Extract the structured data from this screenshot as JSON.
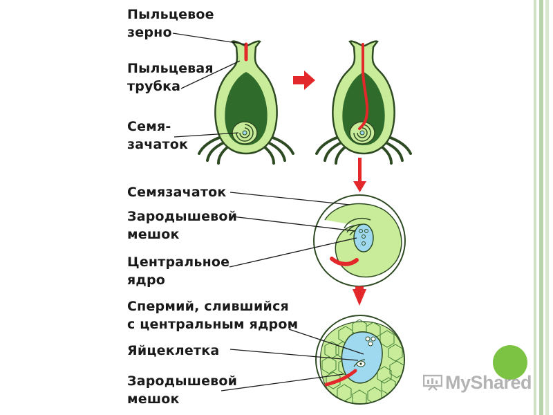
{
  "labels": {
    "pollen_grain": [
      "Пыльцевое",
      "зерно"
    ],
    "pollen_tube": [
      "Пыльцевая",
      "трубка"
    ],
    "ovule_top": [
      "Семя-",
      "зачаток"
    ],
    "ovule": "Семязачаток",
    "embryo_sac_1": [
      "Зародышевой",
      "мешок"
    ],
    "central_nucleus": [
      "Центральное",
      "ядро"
    ],
    "sperm_fused": [
      "Спермий, слившийся",
      "с центральным ядром"
    ],
    "egg_cell": "Яйцеклетка",
    "embryo_sac_2": [
      "Зародышевой",
      "мешок"
    ]
  },
  "watermark": "MyShared",
  "colors": {
    "light_green": "#c8ec9a",
    "dark_green": "#2f6b2a",
    "outline": "#2d4a22",
    "red": "#e3282b",
    "blue": "#9fd9ef",
    "dot": "#7cc344"
  },
  "icons": [
    "arrow-right-icon",
    "arrow-down-icon",
    "presentation-icon"
  ]
}
